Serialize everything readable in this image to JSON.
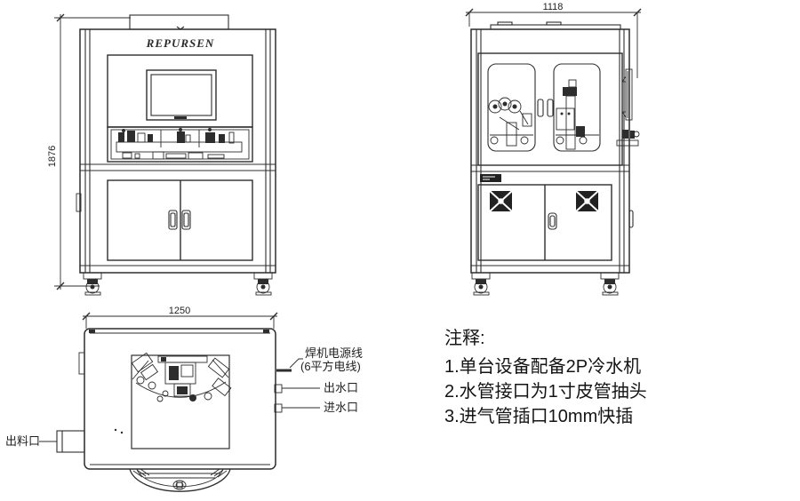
{
  "meta": {
    "ink_color": "#2d2d2d",
    "text_color": "#1f1f1f",
    "background": "#ffffff"
  },
  "brand": "REPURSEN",
  "dimensions": {
    "front_height": "1876",
    "side_width": "1118",
    "top_width": "1250"
  },
  "port_labels": {
    "power_cable": "焊机电源线",
    "power_cable_spec": "(6平方电线)",
    "water_outlet": "出水口",
    "water_inlet": "进水口",
    "discharge": "出料口"
  },
  "notes": {
    "title": "注释:",
    "items": [
      "1.单台设备配备2P冷水机",
      "2.水管接口为1寸皮管抽头",
      "3.进气管插口10mm快插"
    ]
  }
}
